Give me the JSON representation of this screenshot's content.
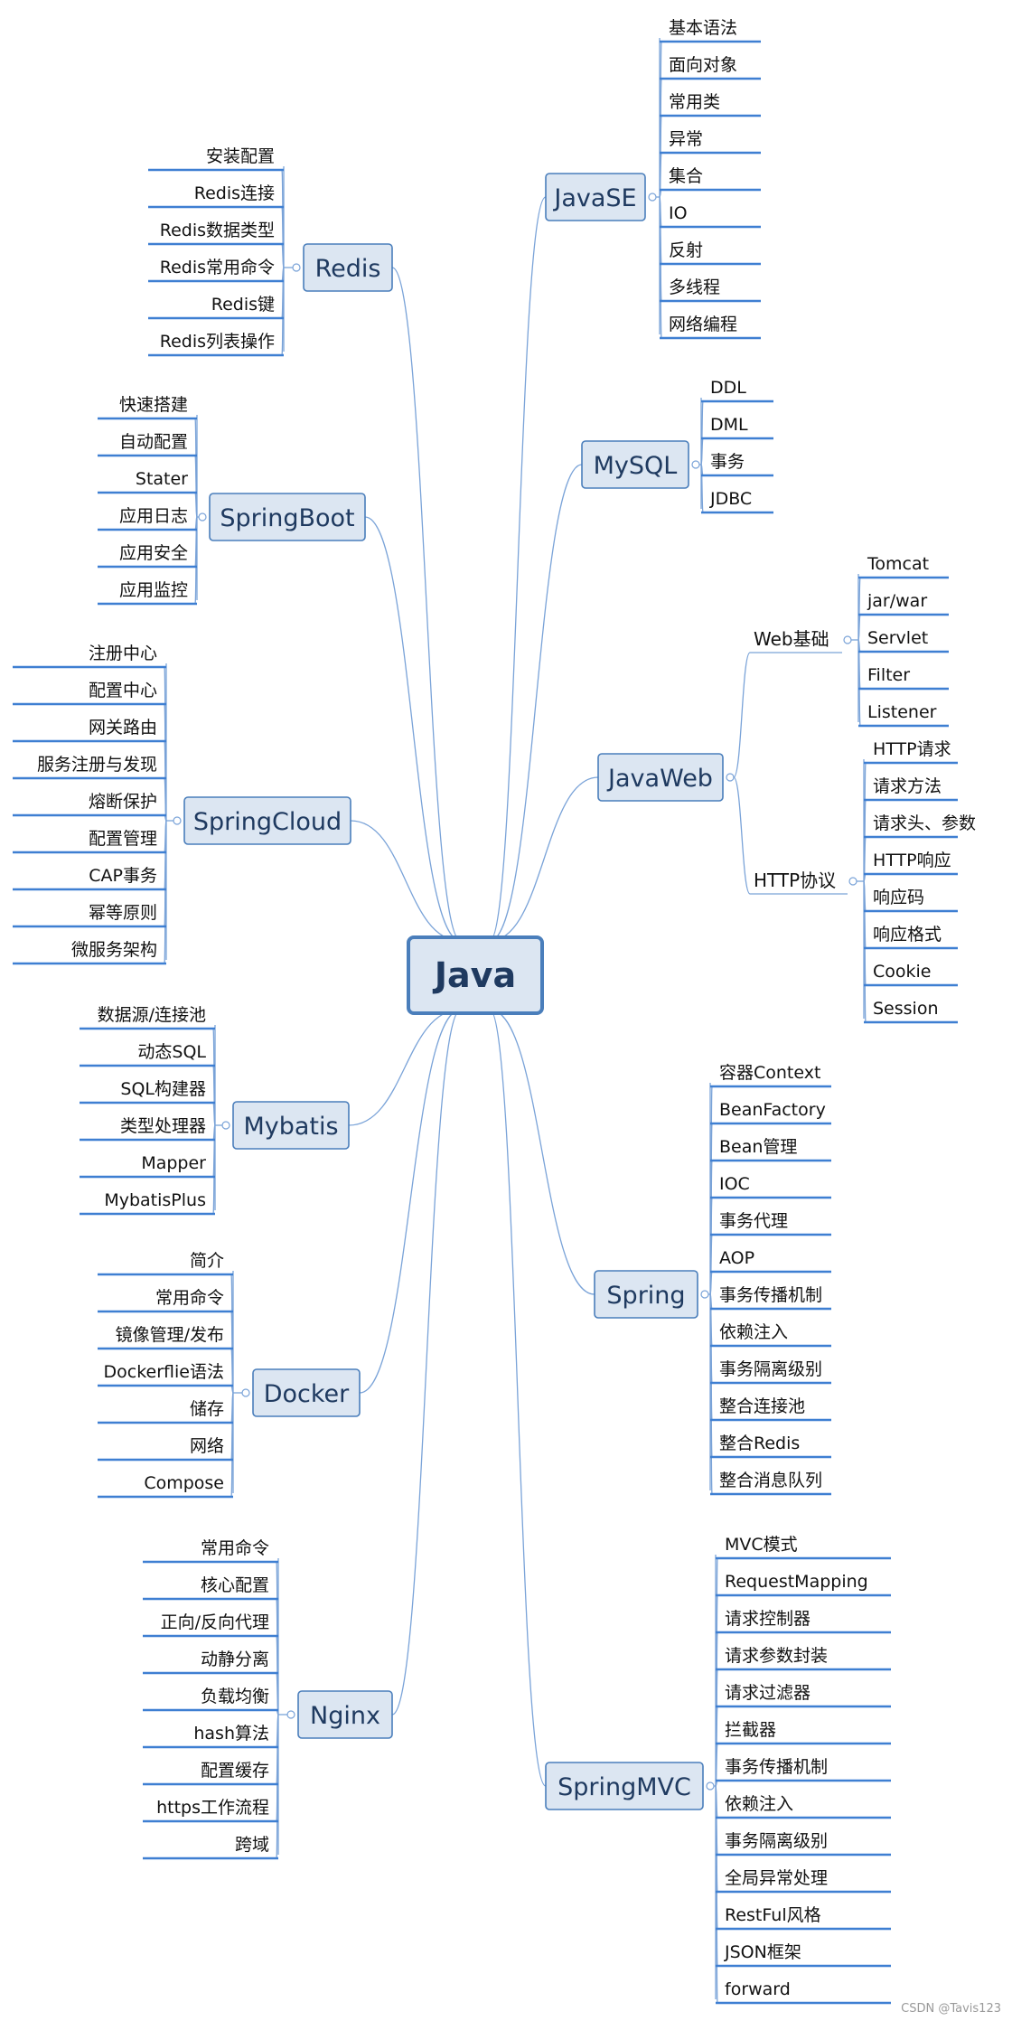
{
  "central": "Java",
  "watermark": "CSDN @Tavis123",
  "branches": [
    {
      "id": "javase",
      "label": "JavaSE",
      "side": "right",
      "children": [
        "基本语法",
        "面向对象",
        "常用类",
        "异常",
        "集合",
        "IO",
        "反射",
        "多线程",
        "网络编程"
      ]
    },
    {
      "id": "mysql",
      "label": "MySQL",
      "side": "right",
      "children": [
        "DDL",
        "DML",
        "事务",
        "JDBC"
      ]
    },
    {
      "id": "javaweb",
      "label": "JavaWeb",
      "side": "right",
      "groups": [
        {
          "label": "Web基础",
          "children": [
            "Tomcat",
            "jar/war",
            "Servlet",
            "Filter",
            "Listener"
          ]
        },
        {
          "label": "HTTP协议",
          "children": [
            "HTTP请求",
            "请求方法",
            "请求头、参数",
            "HTTP响应",
            "响应码",
            "响应格式",
            "Cookie",
            "Session"
          ]
        }
      ]
    },
    {
      "id": "spring",
      "label": "Spring",
      "side": "right",
      "children": [
        "容器Context",
        "BeanFactory",
        "Bean管理",
        "IOC",
        "事务代理",
        "AOP",
        "事务传播机制",
        "依赖注入",
        "事务隔离级别",
        "整合连接池",
        "整合Redis",
        "整合消息队列"
      ]
    },
    {
      "id": "springmvc",
      "label": "SpringMVC",
      "side": "right",
      "children": [
        "MVC模式",
        "RequestMapping",
        "请求控制器",
        "请求参数封装",
        "请求过滤器",
        "拦截器",
        "事务传播机制",
        "依赖注入",
        "事务隔离级别",
        "全局异常处理",
        "RestFul风格",
        "JSON框架",
        "forward"
      ]
    },
    {
      "id": "redis",
      "label": "Redis",
      "side": "left",
      "children": [
        "安装配置",
        "Redis连接",
        "Redis数据类型",
        "Redis常用命令",
        "Redis键",
        "Redis列表操作"
      ]
    },
    {
      "id": "springboot",
      "label": "SpringBoot",
      "side": "left",
      "children": [
        "快速搭建",
        "自动配置",
        "Stater",
        "应用日志",
        "应用安全",
        "应用监控"
      ]
    },
    {
      "id": "springcloud",
      "label": "SpringCloud",
      "side": "left",
      "children": [
        "注册中心",
        "配置中心",
        "网关路由",
        "服务注册与发现",
        "熔断保护",
        "配置管理",
        "CAP事务",
        "幂等原则",
        "微服务架构"
      ]
    },
    {
      "id": "mybatis",
      "label": "Mybatis",
      "side": "left",
      "children": [
        "数据源/连接池",
        "动态SQL",
        "SQL构建器",
        "类型处理器",
        "Mapper",
        "MybatisPlus"
      ]
    },
    {
      "id": "docker",
      "label": "Docker",
      "side": "left",
      "children": [
        "简介",
        "常用命令",
        "镜像管理/发布",
        "Dockerflie语法",
        "储存",
        "网络",
        "Compose"
      ]
    },
    {
      "id": "nginx",
      "label": "Nginx",
      "side": "left",
      "children": [
        "常用命令",
        "核心配置",
        "正向/反向代理",
        "动静分离",
        "负载均衡",
        "hash算法",
        "配置缓存",
        "https工作流程",
        "跨域"
      ]
    }
  ]
}
